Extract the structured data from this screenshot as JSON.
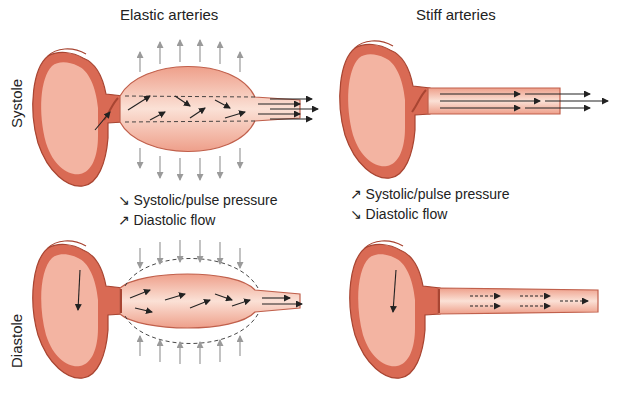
{
  "diagram": {
    "labels": [
      "Elastic arteries",
      "Stiff arteries",
      "Systole",
      "↘ Systolic/pulse pressure",
      "↗ Diastolic flow",
      "↗ Systolic/pulse pressure",
      "↘ Diastolic flow",
      "Diastole"
    ]
  }
}
